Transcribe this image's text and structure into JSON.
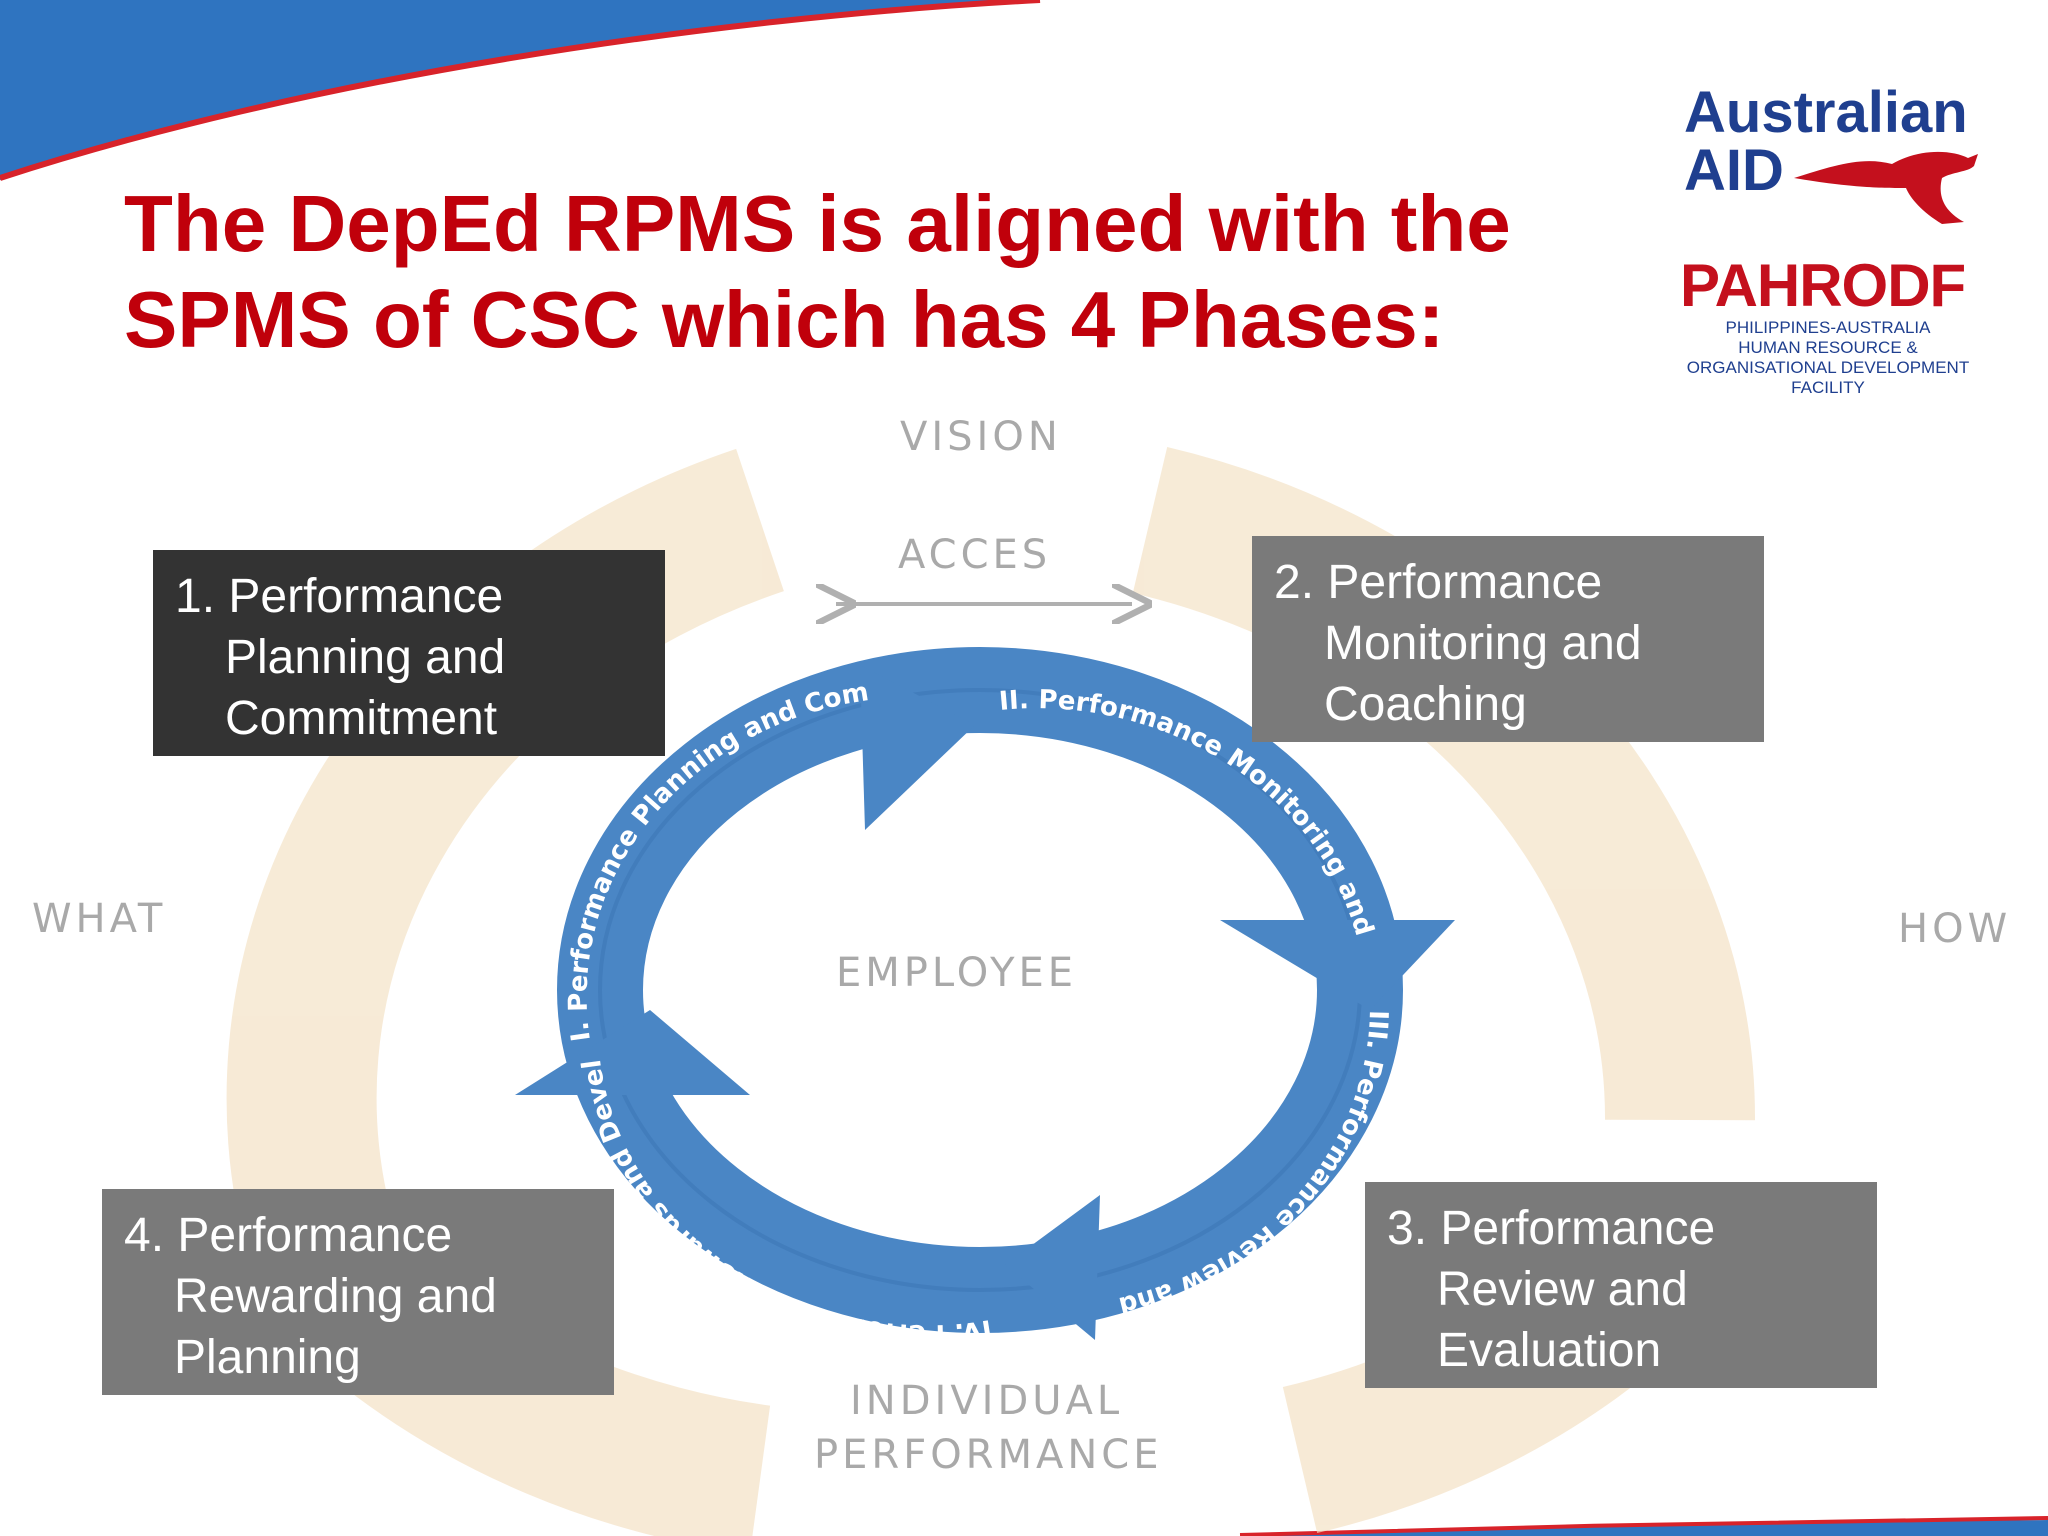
{
  "slide": {
    "title_lines": [
      "The DepEd RPMS is aligned with the",
      "SPMS of CSC which has 4 Phases:"
    ]
  },
  "logos": {
    "australian_aid": {
      "line1": "Australian",
      "line2": "AID"
    },
    "pahrodf": {
      "name": "PAHRODF",
      "subtitle_lines": [
        "PHILIPPINES-AUSTRALIA",
        "HUMAN RESOURCE &",
        "ORGANISATIONAL DEVELOPMENT",
        "FACILITY"
      ]
    }
  },
  "phases": [
    {
      "lines": [
        "1. Performance",
        "Planning and",
        "Commitment"
      ]
    },
    {
      "lines": [
        "2. Performance",
        "Monitoring and",
        "Coaching"
      ]
    },
    {
      "lines": [
        "3. Performance",
        "Review and",
        "Evaluation"
      ]
    },
    {
      "lines": [
        "4. Performance",
        "Rewarding and",
        "Planning"
      ]
    }
  ],
  "cycle_diagram": {
    "outer_labels": {
      "vision": "VISION",
      "acces": "ACCES",
      "what": "WHAT",
      "how": "HOW",
      "employee": "EMPLOYEE",
      "individual": "INDIVIDUAL",
      "performance": "PERFORMANCE"
    },
    "arrow_labels": [
      "I. Performance Planning and Commitment",
      "II. Performance Monitoring and Coaching",
      "III. Performance Review and Evaluation",
      "IV. Performance Rewards and Development Planning"
    ]
  },
  "colors": {
    "title_red": "#c0000b",
    "header_blue": "#2f74c0",
    "cycle_blue": "#4a86c5",
    "outer_beige": "#f4e2c6",
    "dark_box": "#333333",
    "grey_box": "#7a7a7a"
  }
}
